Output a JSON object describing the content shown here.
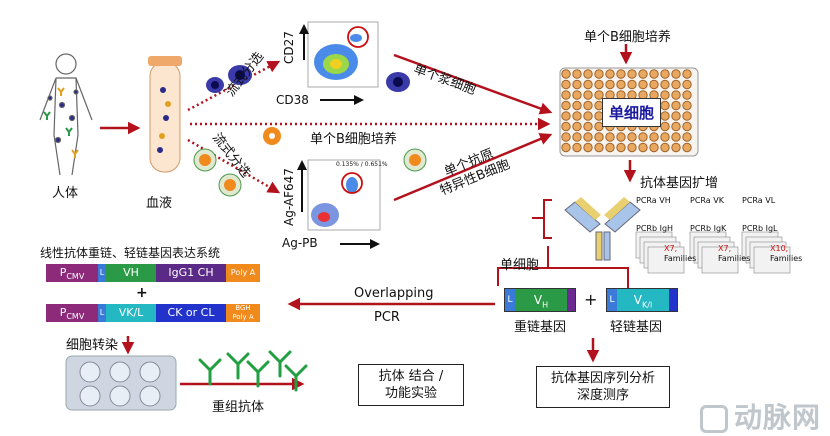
{
  "labels": {
    "human": "人体",
    "blood": "血液",
    "sort1": "流式分选",
    "sort2": "流式分选",
    "cd27": "CD27",
    "cd38": "CD38",
    "ag_af647": "Ag-AF647",
    "ag_pb": "Ag-PB",
    "gate_pct": "0.135% / 0.651%",
    "single_plasma": "单个浆细胞",
    "single_b_culture_mid": "单个B细胞培养",
    "single_ag_b": "单个抗原\n特异性B细胞",
    "single_b_culture_top": "单个B细胞培养",
    "single_cell_plate": "单细胞",
    "antibody_amp": "抗体基因扩增",
    "single_cell": "单细胞",
    "heavy_gene": "重链基因",
    "light_gene": "轻链基因",
    "seq_analysis": "抗体基因序列分析\n深度测序",
    "overlapping": "Overlapping",
    "pcr": "PCR",
    "expression_system": "线性抗体重链、轻链基因表达系统",
    "transfection": "细胞转染",
    "recombinant_ab": "重组抗体",
    "functional_assay": "抗体 结合 /\n功能实验",
    "watermark": "动脉网"
  },
  "pcr_panels": [
    {
      "a": "PCR",
      "a_sub": "a",
      "b": "VH",
      "c": "PCR",
      "c_sub": "b",
      "d": "IgH",
      "x": "X7,",
      "fam": "Families"
    },
    {
      "a": "PCR",
      "a_sub": "a",
      "b": "VK",
      "c": "PCR",
      "c_sub": "b",
      "d": "IgK",
      "x": "X7,",
      "fam": "Families"
    },
    {
      "a": "PCR",
      "a_sub": "a",
      "b": "VL",
      "c": "PCR",
      "c_sub": "b",
      "d": "IgL",
      "x": "X10,",
      "fam": "Families"
    }
  ],
  "heavy_construct": {
    "promoter": "P",
    "promoter_sub": "CMV",
    "leader": "L",
    "variable": "VH",
    "constant": "IgG1 CH",
    "polya": "Poly A"
  },
  "plus": "+",
  "light_construct": {
    "promoter": "P",
    "promoter_sub": "CMV",
    "leader": "L",
    "variable": "VK/L",
    "constant": "CK or CL",
    "polya": "BGH\nPoly A"
  },
  "vh_gene": {
    "leader": "L",
    "name": "V",
    "sub": "H"
  },
  "vkl_gene": {
    "leader": "L",
    "name": "V",
    "sub": "K/l"
  },
  "colors": {
    "arrow": "#b3121d",
    "vh": "#2a9a46",
    "vkl": "#23b8c2",
    "constant": "#5b2a86",
    "ck": "#2233cc",
    "polya": "#f08a1c",
    "promoter": "#8e2a7a"
  }
}
